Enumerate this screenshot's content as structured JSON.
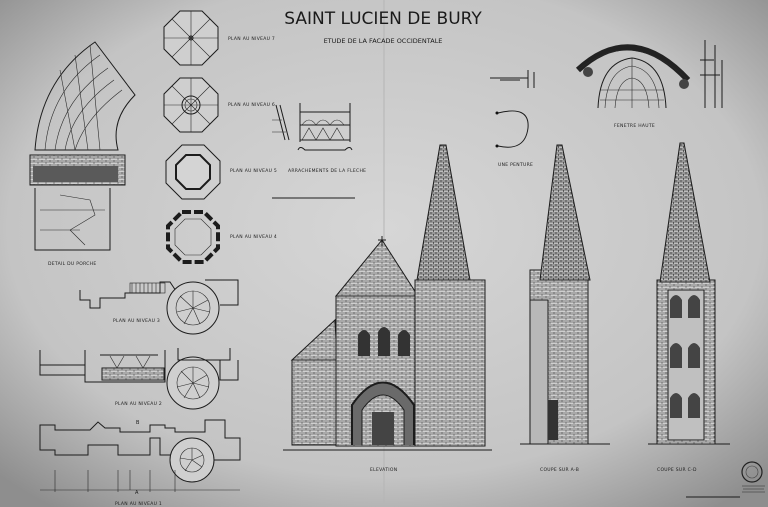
{
  "title": "SAINT LUCIEN DE BURY",
  "subtitle": "ETUDE DE LA FACADE OCCIDENTALE",
  "plans_octagonal": [
    {
      "label": "PLAN AU NIVEAU 7"
    },
    {
      "label": "PLAN AU NIVEAU 6"
    },
    {
      "label": "PLAN AU NIVEAU 5"
    },
    {
      "label": "PLAN AU NIVEAU 4"
    }
  ],
  "plans_lower": [
    {
      "label": "PLAN AU NIVEAU 3"
    },
    {
      "label": "PLAN AU NIVEAU 2"
    },
    {
      "label": "PLAN AU NIVEAU 1"
    }
  ],
  "porch_detail_label": "DETAIL DU PORCHE",
  "arrachements_label": "ARRACHEMENTS DE LA FLECHE",
  "penture_label": "UNE PENTURE",
  "fenetre_label": "FENETRE HAUTE",
  "views": {
    "elevation": "ELEVATION",
    "coupe_ab": "COUPE SUR A-B",
    "coupe_cd": "COUPE SUR C-D"
  },
  "colors": {
    "paper": "#c9c9c9",
    "ink": "#1c1c1c"
  }
}
